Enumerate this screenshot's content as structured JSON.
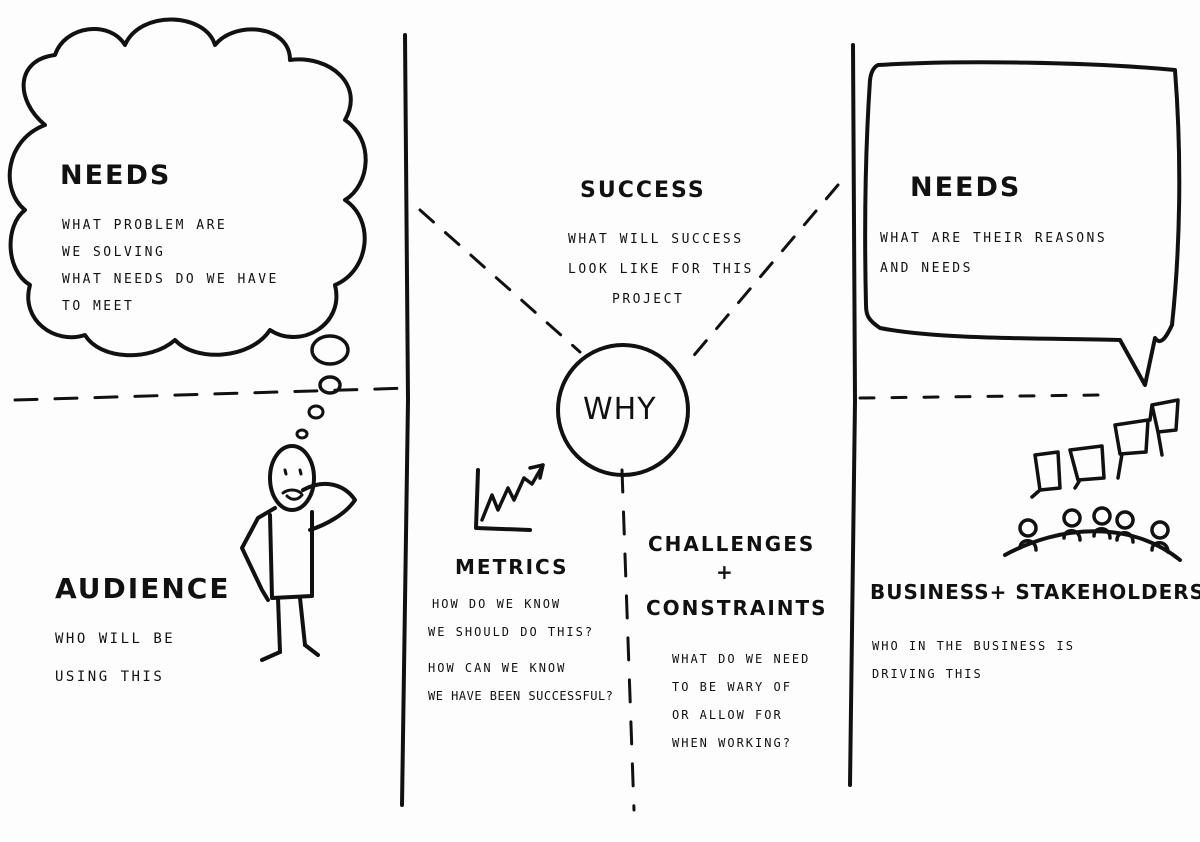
{
  "audience_needs": {
    "title": "NEEDS",
    "lines": [
      "WHAT PROBLEM ARE",
      "WE SOLVING",
      "WHAT NEEDS DO WE HAVE",
      "TO MEET"
    ]
  },
  "success": {
    "title": "SUCCESS",
    "lines": [
      "WHAT WILL SUCCESS",
      "LOOK LIKE FOR THIS",
      "PROJECT"
    ]
  },
  "business_needs": {
    "title": "NEEDS",
    "lines": [
      "WHAT ARE THEIR REASONS",
      "AND NEEDS"
    ]
  },
  "center": {
    "label": "WHY"
  },
  "audience": {
    "title": "AUDIENCE",
    "lines": [
      "WHO WILL BE",
      "USING THIS"
    ]
  },
  "metrics": {
    "title": "METRICS",
    "lines": [
      "HOW DO WE KNOW",
      "WE SHOULD DO THIS?",
      "HOW CAN WE KNOW",
      "WE HAVE BEEN SUCCESSFUL?"
    ]
  },
  "challenges": {
    "title_1": "CHALLENGES",
    "title_2": "+",
    "title_3": "CONSTRAINTS",
    "lines": [
      "WHAT DO WE NEED",
      "TO BE WARY OF",
      "OR ALLOW FOR",
      "WHEN WORKING?"
    ]
  },
  "business": {
    "title": "BUSINESS+ STAKEHOLDERS",
    "lines": [
      "WHO IN THE BUSINESS IS",
      "DRIVING THIS"
    ]
  },
  "icons": [
    "thought-cloud-icon",
    "speech-bubble-icon",
    "stick-figure-icon",
    "growth-chart-icon",
    "stakeholders-icon"
  ]
}
